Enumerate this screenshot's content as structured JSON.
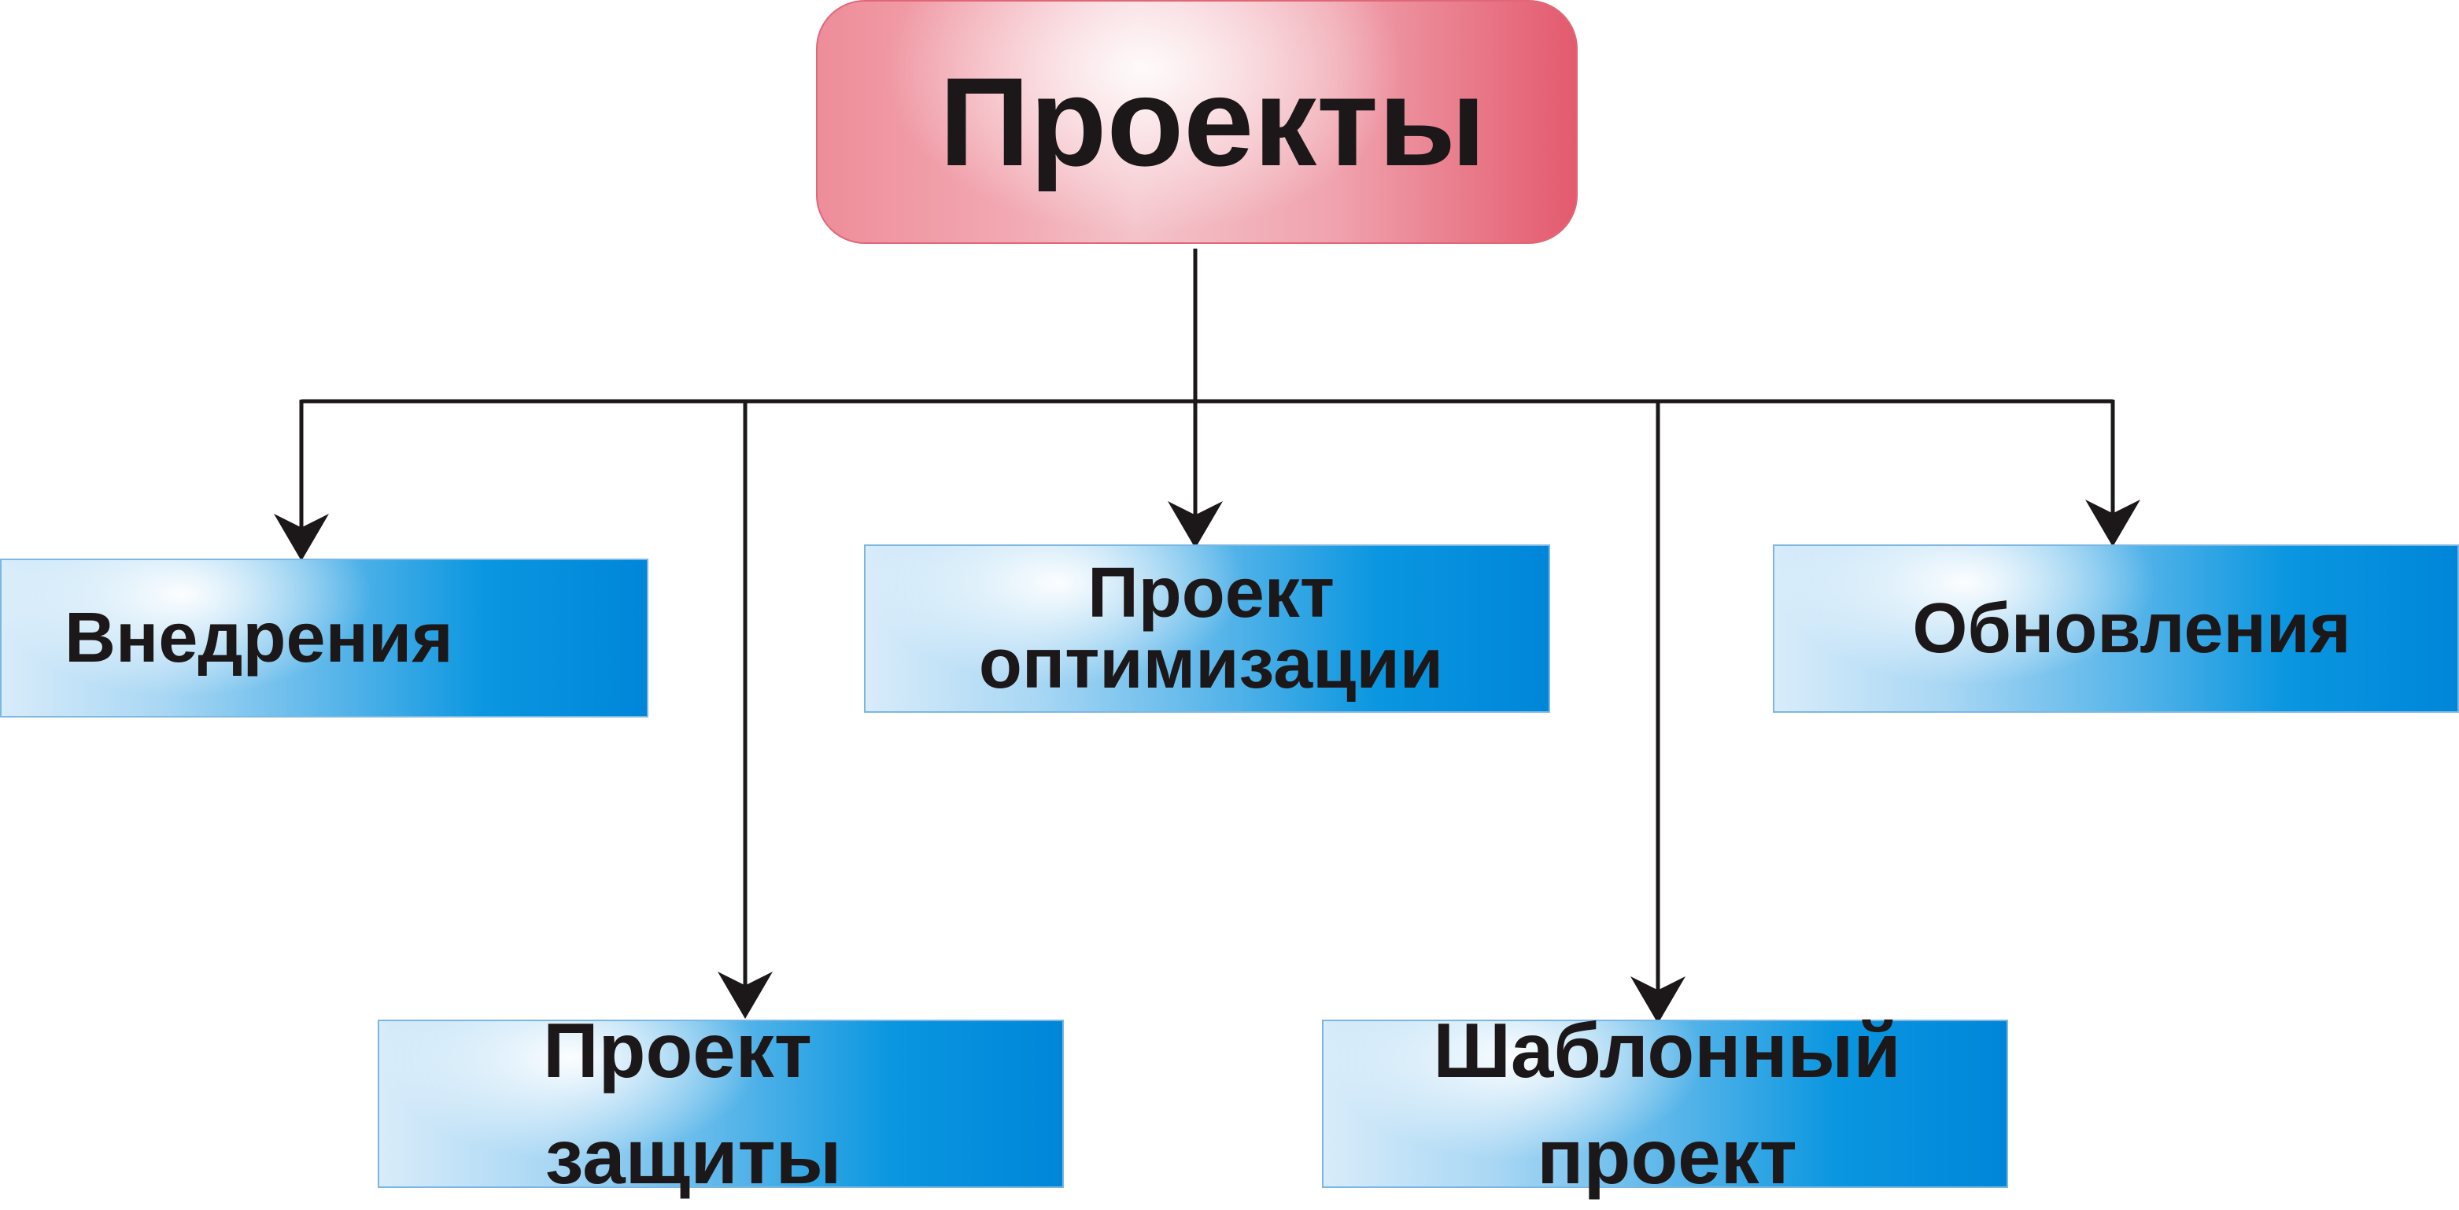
{
  "diagram": {
    "root": {
      "label": "Проекты"
    },
    "children": [
      {
        "lines": [
          "Внедрения"
        ]
      },
      {
        "lines": [
          "Проект",
          "оптимизации"
        ]
      },
      {
        "lines": [
          "Обновления"
        ]
      },
      {
        "lines": [
          "Проект",
          "защиты"
        ]
      },
      {
        "lines": [
          "Шаблонный",
          "проект"
        ]
      }
    ]
  },
  "colors": {
    "root_fill": "#ef8f9c",
    "child_fill": "#0a96e0",
    "connector": "#1c1718",
    "text": "#1c1718"
  }
}
